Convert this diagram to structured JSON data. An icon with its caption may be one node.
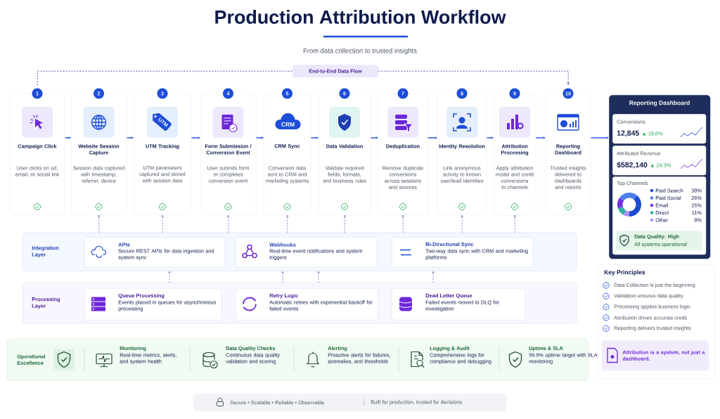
{
  "diagram": {
    "title": "Production Attribution Workflow",
    "nodes": [
      {
        "text": [
          "1",
          "Campaign Click",
          "User clicks on ad, email, or social link"
        ]
      },
      {
        "text": [
          "2",
          "Website Session Capture",
          "Session data captured with timestamp, referrer, device"
        ]
      },
      {
        "text": [
          "3",
          "UTM Tracking",
          "UTM parameters captured and stored with session data"
        ]
      },
      {
        "text": [
          "4",
          "Form Submission / Conversion Event",
          "User submits form or completes conversion event"
        ]
      },
      {
        "text": [
          "5",
          "CRM Sync",
          "Conversion data sent to CRM and marketing systems"
        ]
      },
      {
        "text": [
          "6",
          "Data Validation",
          "Validate required fields, formats, and business rules"
        ]
      },
      {
        "text": [
          "7",
          "Deduplication",
          "Remove duplicate conversions across sessions and sources"
        ]
      },
      {
        "text": [
          "8",
          "Identity Resolution",
          "Link anonymous activity to known user/lead identities"
        ]
      },
      {
        "text": [
          "9",
          "Attribution Processing",
          "Apply attribution model and credit conversions to channels"
        ]
      },
      {
        "text": [
          "10",
          "Reporting Dashboard",
          "Trusted insights delivered to dashboards and reports"
        ]
      },
      {
        "text": [
          "Reporting Dashboard"
        ]
      },
      {
        "text": [
          "Conversions",
          "12,845",
          "▲ 18.6%"
        ],
        "in": 10
      },
      {
        "text": [
          "Attributed Revenue",
          "$582,140",
          "▲ 24.3%"
        ],
        "in": 10
      },
      {
        "text": [
          "Top Channels"
        ],
        "in": 10
      },
      {
        "text": [
          "Data Quality: High",
          "All systems operational"
        ],
        "in": 13
      },
      {
        "text": [
          "Key Principles",
          "Data Collection is just the beginning",
          "Validation ensures data quality",
          "Processing applies business logic",
          "Attribution drives accurate credit",
          "Reporting delivers trusted insights"
        ]
      },
      {
        "text": [
          "Attribution is a system, not just a dashboard."
        ],
        "in": 15
      },
      {
        "text": [
          "Integration Layer"
        ]
      },
      {
        "text": [
          "APIs",
          "Secure REST APIs for data ingestion and system sync"
        ],
        "in": 17
      },
      {
        "text": [
          "Webhooks",
          "Real-time event notifications and system triggers"
        ],
        "in": 17
      },
      {
        "text": [
          "Bi-Directional Sync",
          "Two-way data sync with CRM and marketing platforms"
        ],
        "in": 17
      },
      {
        "text": [
          "Processing Layer"
        ]
      },
      {
        "text": [
          "Queue Processing",
          "Events placed in queues for asynchronous processing"
        ],
        "in": 21
      },
      {
        "text": [
          "Retry Logic",
          "Automatic retries with exponential backoff for failed events"
        ],
        "in": 21
      },
      {
        "text": [
          "Dead Letter Queue",
          "Failed events moved to DLQ for investigation"
        ],
        "in": 21
      },
      {
        "text": [
          "Operational Excellence",
          "Monitoring",
          "Real-time metrics, alerts, and system health",
          "Data Quality Checks",
          "Continuous data quality validation and scoring",
          "Alerting",
          "Proactive alerts for failures, anomalies, and thresholds",
          "Logging & Audit",
          "Comprehensive logs for compliance and debugging",
          "Uptime & SLA",
          "99.9% uptime target with SLA monitoring"
        ]
      },
      {
        "text": [
          "Secure • Scalable • Reliable • Observable",
          "Built for production, trusted for decisions"
        ]
      },
      {
        "text": [
          "End-to-End Data Flow"
        ]
      }
    ],
    "edges": [
      {
        "from": 0,
        "to": 1,
        "arrow": "to"
      },
      {
        "from": 1,
        "to": 2,
        "arrow": "to"
      },
      {
        "from": 2,
        "to": 3,
        "arrow": "to"
      },
      {
        "from": 3,
        "to": 4,
        "arrow": "to"
      },
      {
        "from": 4,
        "to": 5,
        "arrow": "to"
      },
      {
        "from": 5,
        "to": 6,
        "arrow": "to"
      },
      {
        "from": 6,
        "to": 7,
        "arrow": "to"
      },
      {
        "from": 7,
        "to": 8,
        "arrow": "to"
      },
      {
        "from": 8,
        "to": 9,
        "arrow": "to"
      },
      {
        "from": 9,
        "to": 10,
        "arrow": "to"
      },
      {
        "from": 0,
        "to": 27,
        "arrow": "none",
        "style": "dashed",
        "color": "#4c3fa8"
      },
      {
        "from": 27,
        "to": 9,
        "arrow": "to",
        "style": "dashed",
        "color": "#4c3fa8"
      },
      {
        "from": 17,
        "to": 1,
        "arrow": "to",
        "style": "dashed",
        "color": "#6f7fd0"
      },
      {
        "from": 17,
        "to": 2,
        "arrow": "to",
        "style": "dashed",
        "color": "#6f7fd0"
      },
      {
        "from": 17,
        "to": 3,
        "arrow": "to",
        "style": "dashed",
        "color": "#6f7fd0"
      },
      {
        "from": 17,
        "to": 4,
        "arrow": "to",
        "style": "dashed",
        "color": "#6f7fd0"
      },
      {
        "from": 17,
        "to": 5,
        "arrow": "to",
        "style": "dashed",
        "color": "#6f7fd0"
      },
      {
        "from": 17,
        "to": 6,
        "arrow": "to",
        "style": "dashed",
        "color": "#6f7fd0"
      },
      {
        "from": 17,
        "to": 7,
        "arrow": "to",
        "style": "dashed",
        "color": "#6f7fd0"
      },
      {
        "from": 17,
        "to": 8,
        "arrow": "to",
        "style": "dashed",
        "color": "#6f7fd0"
      },
      {
        "from": 21,
        "to": 17,
        "arrow": "to",
        "style": "dashed",
        "color": "#8b7fd6"
      },
      {
        "from": 21,
        "to": 17,
        "arrow": "to",
        "style": "dashed",
        "color": "#8b7fd6"
      },
      {
        "from": 21,
        "to": 17,
        "arrow": "to",
        "style": "dashed",
        "color": "#8b7fd6"
      },
      {
        "from": 21,
        "to": 17,
        "arrow": "to",
        "style": "dashed",
        "color": "#8b7fd6"
      }
    ],
    "labels": [
      "From data collection to trusted insights",
      "UTM",
      "CRM",
      "38%",
      "26%",
      "15%",
      "11%",
      "8%"
    ],
    "legend": [
      {
        "text": "Paid Search",
        "color": "#1b4bd2"
      },
      {
        "text": "Paid Social",
        "color": "#4a7eea"
      },
      {
        "text": "Email",
        "color": "#7433de"
      },
      {
        "text": "Direct",
        "color": "#2bb3a0"
      },
      {
        "text": "Other",
        "color": "#ad92f7"
      }
    ]
  }
}
